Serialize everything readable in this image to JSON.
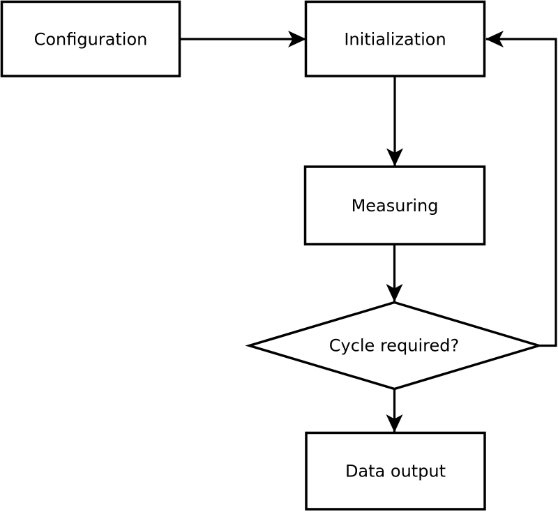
{
  "diagram": {
    "type": "flowchart",
    "colors": {
      "stroke": "#000000",
      "node_fill": "#ffffff",
      "background": "#ffffff",
      "text": "#000000"
    },
    "nodes": [
      {
        "id": "configuration",
        "shape": "rectangle",
        "label": "Configuration"
      },
      {
        "id": "initialization",
        "shape": "rectangle",
        "label": "Initialization"
      },
      {
        "id": "measuring",
        "shape": "rectangle",
        "label": "Measuring"
      },
      {
        "id": "cycle-required",
        "shape": "diamond",
        "label": "Cycle required?"
      },
      {
        "id": "data-output",
        "shape": "rectangle",
        "label": "Data output"
      }
    ],
    "edges": [
      {
        "from": "configuration",
        "to": "initialization",
        "style": "arrow",
        "route": "horizontal"
      },
      {
        "from": "initialization",
        "to": "measuring",
        "style": "arrow",
        "route": "vertical"
      },
      {
        "from": "measuring",
        "to": "cycle-required",
        "style": "arrow",
        "route": "vertical"
      },
      {
        "from": "cycle-required",
        "to": "data-output",
        "style": "arrow",
        "route": "vertical"
      },
      {
        "from": "cycle-required",
        "to": "initialization",
        "style": "arrow",
        "route": "right-feedback-loop"
      }
    ]
  }
}
